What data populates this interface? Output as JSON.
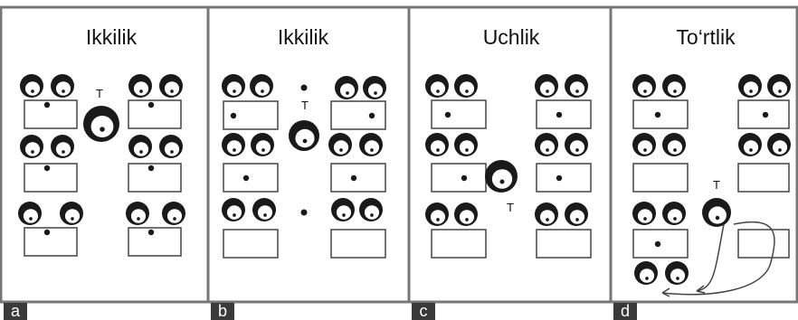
{
  "panels": [
    {
      "id": "a",
      "title": "Ikkilik",
      "teacher": "T"
    },
    {
      "id": "b",
      "title": "Ikkilik",
      "teacher": "T"
    },
    {
      "id": "c",
      "title": "Uchlik",
      "teacher": "T"
    },
    {
      "id": "d",
      "title": "To‘rtlik",
      "teacher": "T"
    }
  ],
  "colors": {
    "line": "#444444",
    "divider": "#777777",
    "label_bg": "#3a3a3a"
  }
}
